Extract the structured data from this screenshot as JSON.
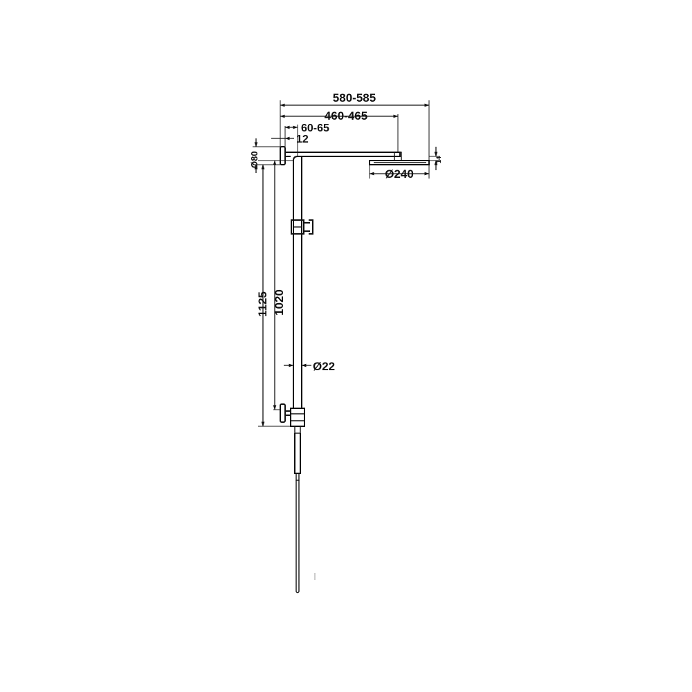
{
  "dimensions": {
    "overall_width": "580-585",
    "arm_length": "460-465",
    "wall_offset": "60-65",
    "flange_thickness": "12",
    "flange_diameter": "Ø80",
    "head_diameter": "Ø240",
    "head_thickness": "14",
    "overall_height": "1125",
    "riser_height": "1020",
    "pipe_diameter": "Ø22"
  }
}
